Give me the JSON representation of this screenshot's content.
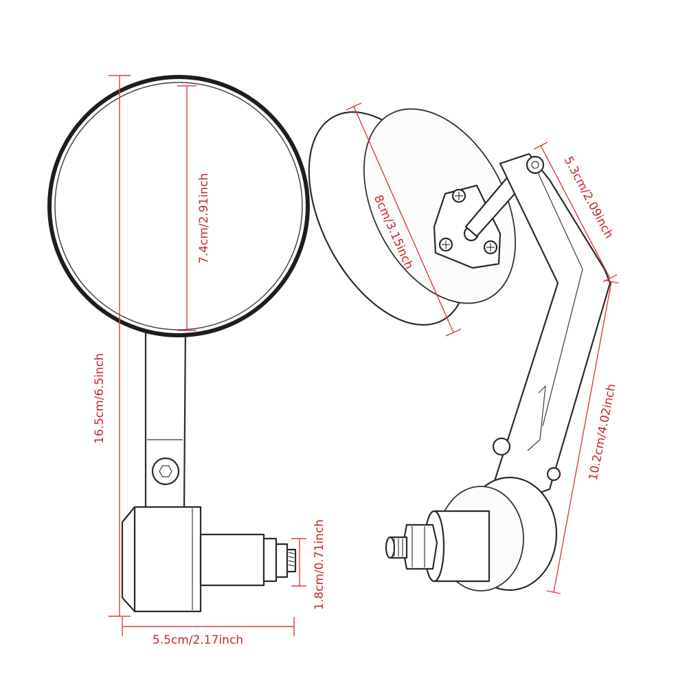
{
  "image": {
    "subject": "bar-end mirror",
    "views": [
      "front",
      "perspective"
    ]
  },
  "dimensions": {
    "total_height": "16.5cm/6.5inch",
    "mirror_diameter_front": "7.4cm/2.91inch",
    "mount_width": "5.5cm/2.17inch",
    "plug_diameter": "1.8cm/0.71inch",
    "mirror_diameter_side": "8cm/3.15inch",
    "arm_top_length": "5.3cm/2.09inch",
    "arm_length": "10.2cm/4.02inch"
  },
  "colors": {
    "dimension": "#e03a3a",
    "outline": "#2a2a2a",
    "background": "#ffffff"
  }
}
